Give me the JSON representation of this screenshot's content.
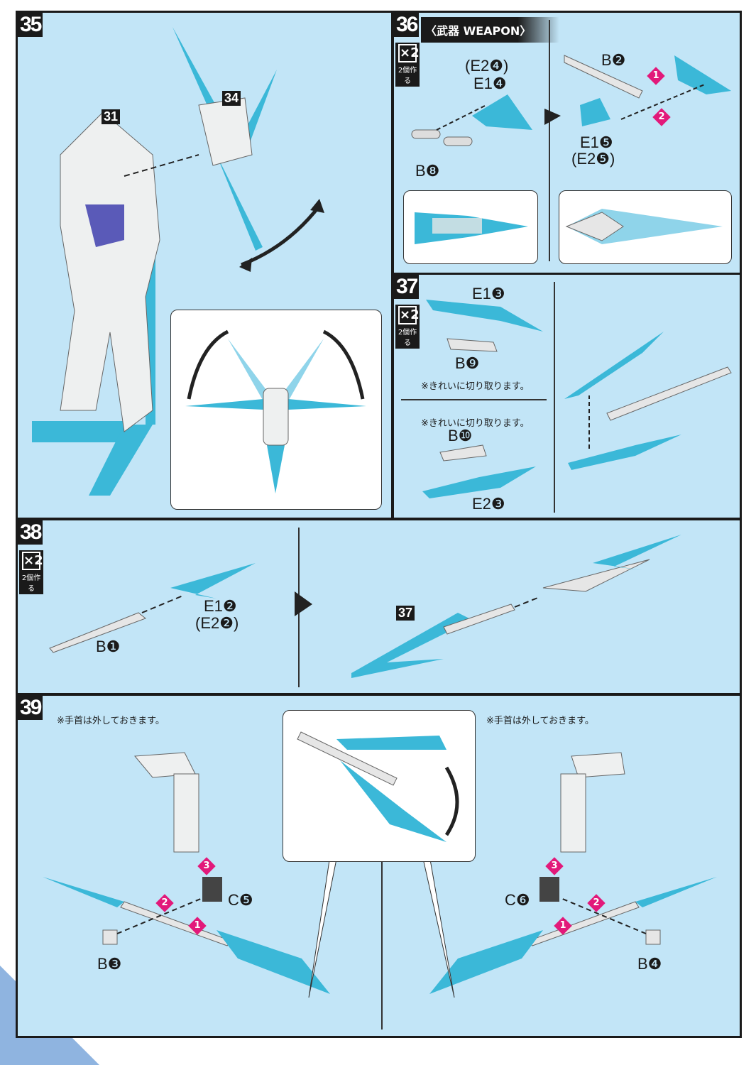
{
  "steps": {
    "s35": {
      "number": "35",
      "refs": [
        "31",
        "34"
      ]
    },
    "s36": {
      "number": "36",
      "title": "〈武器 WEAPON〉",
      "multiplier": "×2",
      "multiplier_note": "2個作る",
      "parts": [
        "(E2❹)",
        "E1❹",
        "B❽",
        "B❷",
        "E1❺",
        "(E2❺)"
      ],
      "markers": [
        "1",
        "2"
      ]
    },
    "s37": {
      "number": "37",
      "multiplier": "×2",
      "multiplier_note": "2個作る",
      "parts": [
        "E1❸",
        "B❾",
        "B❿",
        "E2❸"
      ],
      "note": "※きれいに切り取ります。"
    },
    "s38": {
      "number": "38",
      "multiplier": "×2",
      "multiplier_note": "2個作る",
      "parts": [
        "E1❷",
        "(E2❷)",
        "B❶"
      ],
      "refs": [
        "37"
      ]
    },
    "s39": {
      "number": "39",
      "note": "※手首は外しておきます。",
      "parts": [
        "C❺",
        "B❸",
        "C❻",
        "B❹"
      ],
      "markers": [
        "1",
        "2",
        "3"
      ]
    }
  },
  "colors": {
    "panel": "#c2e5f7",
    "part": "#3bb8d8",
    "marker": "#e2197a"
  }
}
